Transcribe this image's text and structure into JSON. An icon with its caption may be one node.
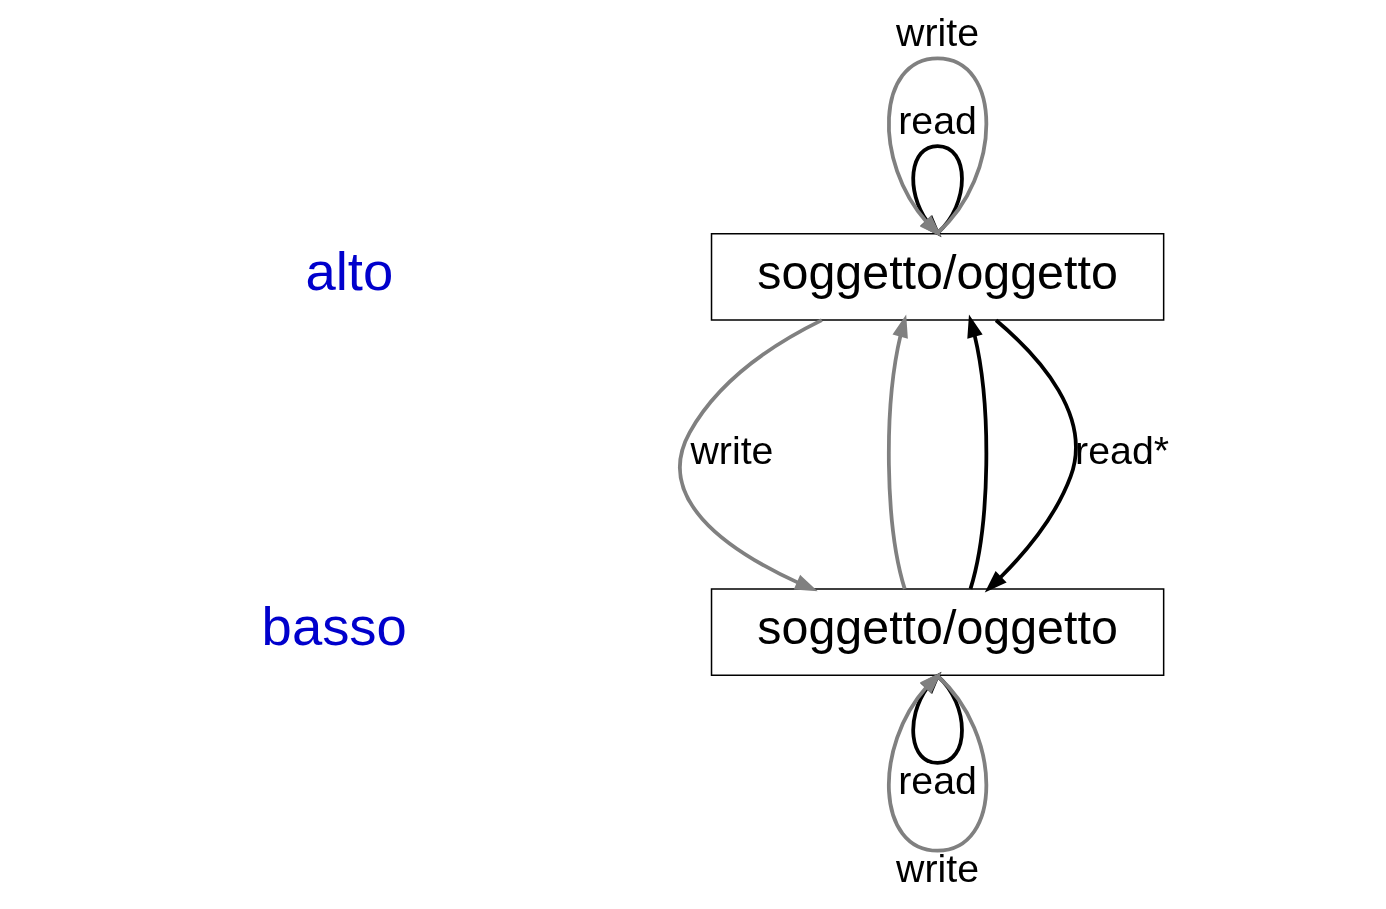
{
  "diagram": {
    "nodes": [
      {
        "text": [
          "soggetto/oggetto"
        ]
      },
      {
        "text": [
          "soggetto/oggetto"
        ]
      }
    ],
    "edges": [
      {
        "from": 0,
        "to": 0,
        "arrow": "to",
        "label": "read"
      },
      {
        "from": 0,
        "to": 0,
        "arrow": "to",
        "label": "write",
        "color": "#808080"
      },
      {
        "from": 0,
        "to": 1,
        "arrow": "to",
        "label": "read*"
      },
      {
        "from": 0,
        "to": 1,
        "arrow": "to",
        "label": "write",
        "color": "#808080"
      },
      {
        "from": 1,
        "to": 0,
        "arrow": "to",
        "color": "#808080"
      },
      {
        "from": 1,
        "to": 0,
        "arrow": "to"
      },
      {
        "from": 1,
        "to": 1,
        "arrow": "to",
        "label": "read"
      },
      {
        "from": 1,
        "to": 1,
        "arrow": "to",
        "label": "write",
        "color": "#808080"
      }
    ],
    "labels": [
      "alto",
      "basso"
    ]
  }
}
